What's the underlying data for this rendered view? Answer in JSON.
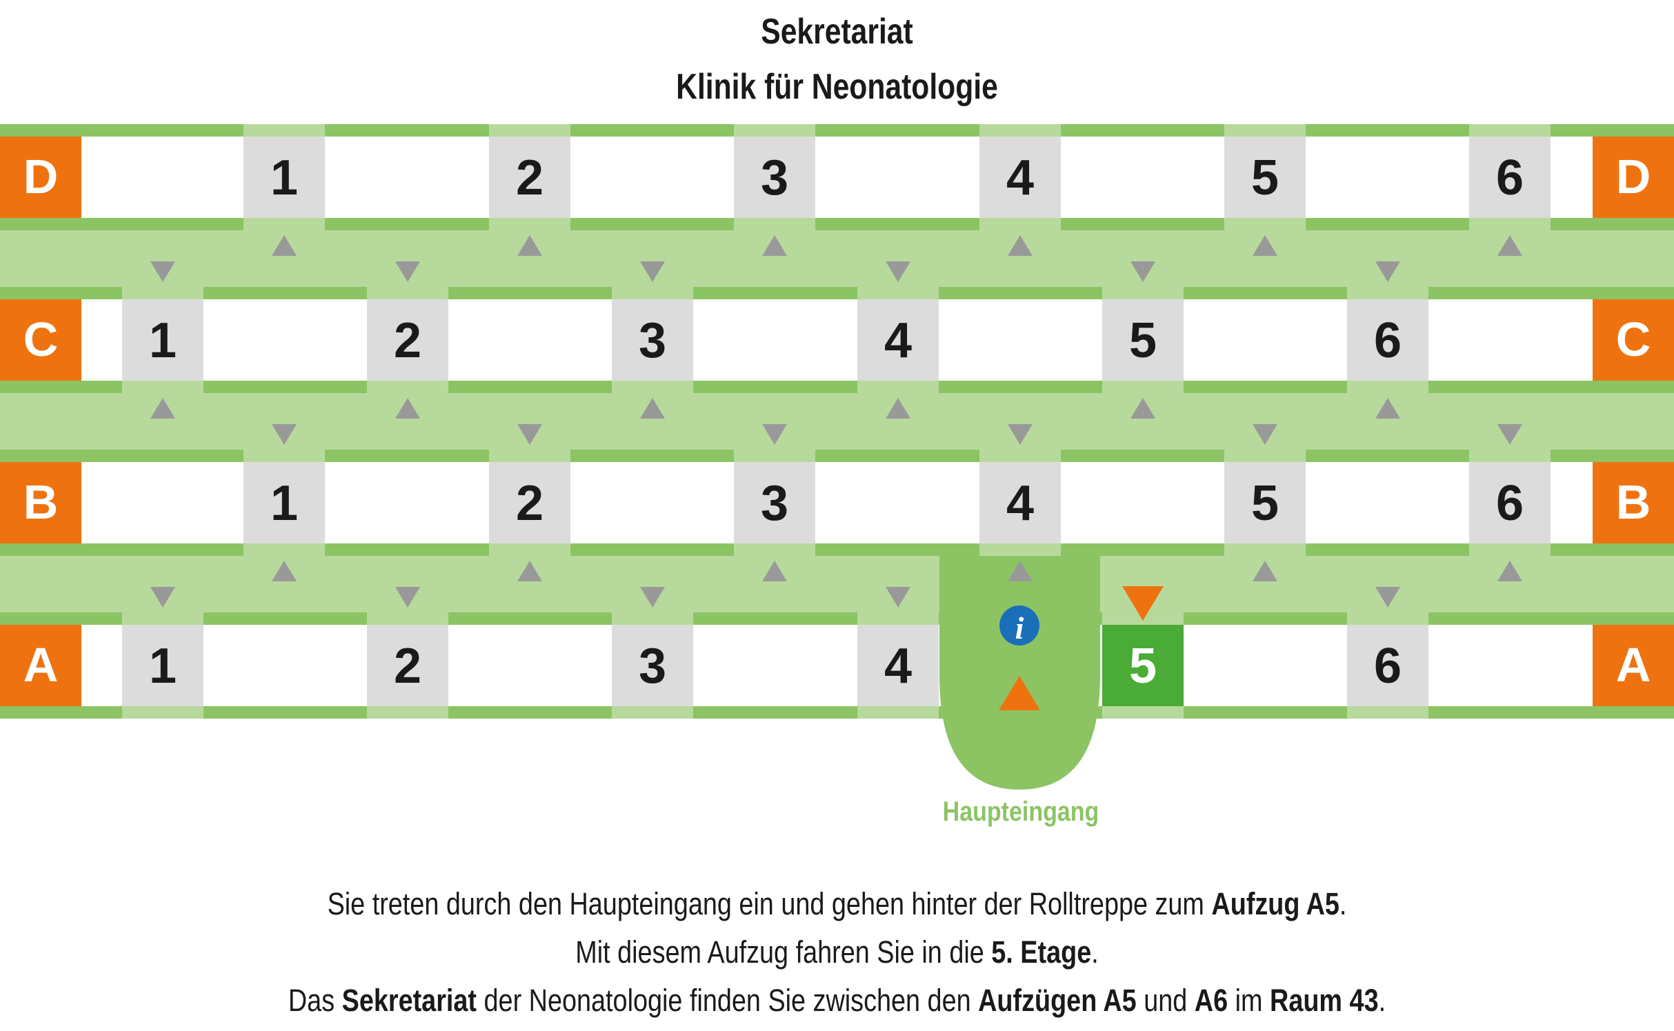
{
  "title": {
    "line1": "Sekretariat",
    "line2": "Klinik für Neonatologie"
  },
  "rows": [
    {
      "label": "D",
      "elevators": [
        "1",
        "2",
        "3",
        "4",
        "5",
        "6"
      ]
    },
    {
      "label": "C",
      "elevators": [
        "1",
        "2",
        "3",
        "4",
        "5",
        "6"
      ]
    },
    {
      "label": "B",
      "elevators": [
        "1",
        "2",
        "3",
        "4",
        "5",
        "6"
      ]
    },
    {
      "label": "A",
      "elevators": [
        "1",
        "2",
        "3",
        "4",
        "5",
        "6"
      ]
    }
  ],
  "highlight": {
    "row": "A",
    "elevator": "5"
  },
  "info_icon": "info-icon",
  "entrance_label": "Haupteingang",
  "instructions": {
    "line1": {
      "pre": "Sie treten durch den Haupteingang ein und gehen hinter der Rolltreppe zum ",
      "b1": "Aufzug A5",
      "post": "."
    },
    "line2": {
      "pre": "Mit diesem Aufzug fahren Sie in die ",
      "b1": "5. Etage",
      "post": "."
    },
    "line3": {
      "pre": "Das ",
      "b1": "Sekretariat",
      "mid1": " der Neonatologie finden Sie zwischen den ",
      "b2": "Aufzügen A5",
      "mid2": " und ",
      "b3": "A6",
      "mid3": " im ",
      "b4": "Raum 43",
      "post": "."
    }
  },
  "colors": {
    "green_band": "#8cc464",
    "green_light": "#b7da9c",
    "green_highlight": "#4aab36",
    "orange": "#ee7310",
    "gray_box": "#dcdcdc",
    "gray_arrow": "#999999",
    "info_blue": "#1a6fb8",
    "text": "#1a1a1a"
  }
}
